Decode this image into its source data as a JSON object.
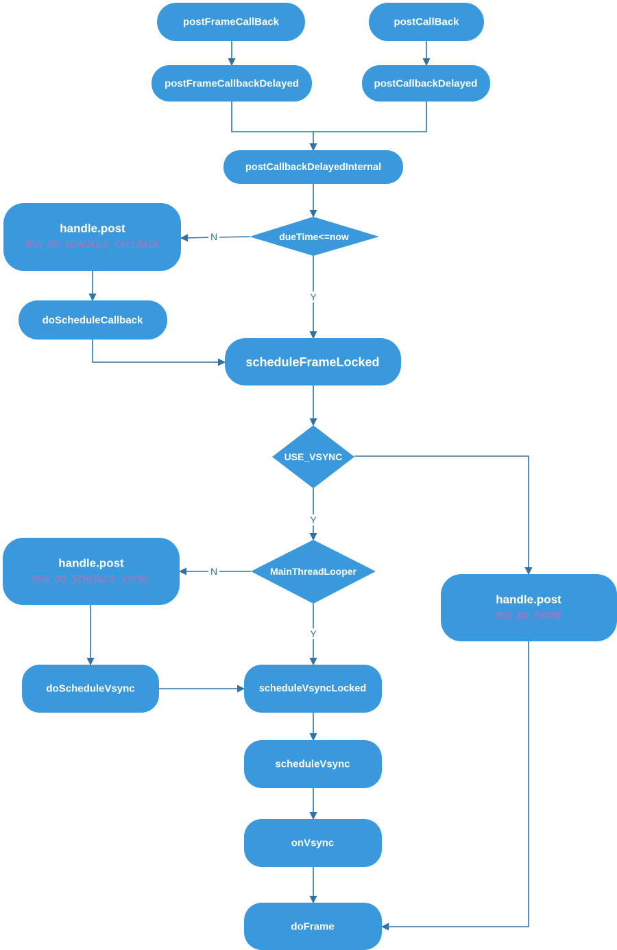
{
  "nodes": {
    "postFrameCallBack": {
      "label": "postFrameCallBack"
    },
    "postCallBack": {
      "label": "postCallBack"
    },
    "postFrameCallbackDelayed": {
      "label": "postFrameCallbackDelayed"
    },
    "postCallbackDelayed": {
      "label": "postCallbackDelayed"
    },
    "postCallbackDelayedInternal": {
      "label": "postCallbackDelayedInternal"
    },
    "dueTime": {
      "label": "dueTime<=now"
    },
    "handlePostCallback": {
      "label": "handle.post",
      "sub": "MSG_DO_SCHEDULE_CALLBACK"
    },
    "doScheduleCallback": {
      "label": "doScheduleCallback"
    },
    "scheduleFrameLocked": {
      "label": "scheduleFrameLocked"
    },
    "useVsync": {
      "label": "USE_VSYNC"
    },
    "mainThreadLooper": {
      "label": "MainThreadLooper"
    },
    "handlePostVsync": {
      "label": "handle.post",
      "sub": "MSG_DO_SCHEDULE_VSYNC"
    },
    "handlePostFrame": {
      "label": "handle.post",
      "sub": "MSG_DO_FRAME"
    },
    "doScheduleVsync": {
      "label": "doScheduleVsync"
    },
    "scheduleVsyncLocked": {
      "label": "scheduleVsyncLocked"
    },
    "scheduleVsync": {
      "label": "scheduleVsync"
    },
    "onVsync": {
      "label": "onVsync"
    },
    "doFrame": {
      "label": "doFrame"
    }
  },
  "edge_labels": {
    "dueTime_no": "N",
    "dueTime_yes": "Y",
    "useVsync_yes": "Y",
    "looper_no": "N",
    "looper_yes": "Y"
  },
  "colors": {
    "node_fill": "#3a99dc",
    "node_text": "#ffffff",
    "sub_text": "#c56bb3",
    "edge": "#2f72a8"
  }
}
